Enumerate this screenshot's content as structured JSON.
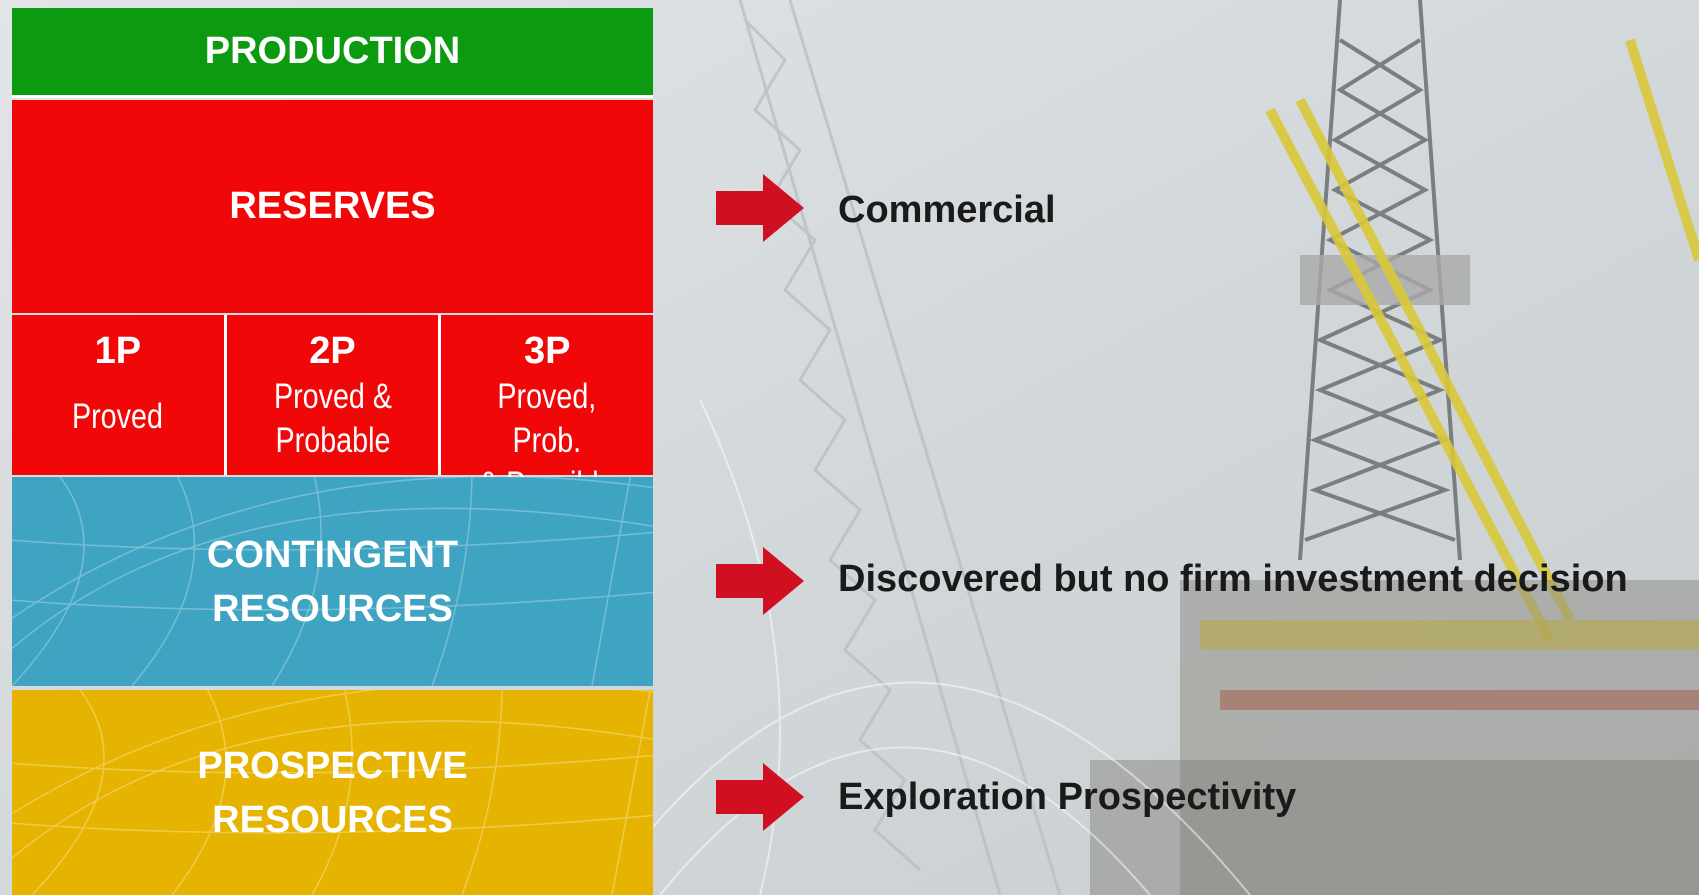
{
  "colors": {
    "production": "#0b9a10",
    "reserves": "#f10707",
    "contingent": "#3fa4c2",
    "prospective": "#e6b400",
    "arrow": "#d01020"
  },
  "boxes": {
    "production": "PRODUCTION",
    "reserves": "RESERVES",
    "contingent_line1": "CONTINGENT",
    "contingent_line2": "RESOURCES",
    "prospective_line1": "PROSPECTIVE",
    "prospective_line2": "RESOURCES"
  },
  "categories": [
    {
      "code": "1P",
      "desc_line1": "Proved",
      "desc_line2": ""
    },
    {
      "code": "2P",
      "desc_line1": "Proved &",
      "desc_line2": "Probable"
    },
    {
      "code": "3P",
      "desc_line1": "Proved, Prob.",
      "desc_line2": "& Possible"
    }
  ],
  "labels": {
    "commercial": "Commercial",
    "discovered": "Discovered but no firm investment decision",
    "exploration": "Exploration Prospectivity"
  },
  "background_image": "offshore-oil-rig-photo"
}
